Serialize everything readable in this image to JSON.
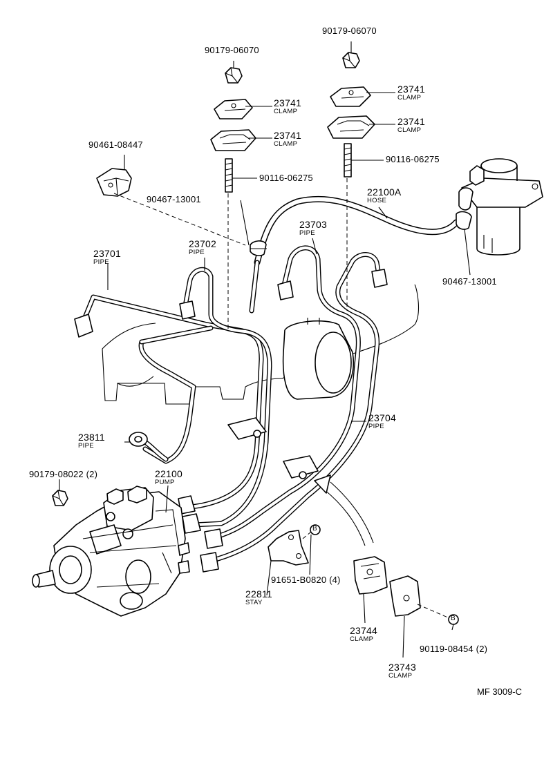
{
  "labels": {
    "nut_upper_left": {
      "num": "90179-06070"
    },
    "nut_upper_right": {
      "num": "90179-06070"
    },
    "clamp_left_top": {
      "num": "23741",
      "sub": "CLAMP"
    },
    "clamp_left_bottom": {
      "num": "23741",
      "sub": "CLAMP"
    },
    "clamp_right_top": {
      "num": "23741",
      "sub": "CLAMP"
    },
    "clamp_right_bottom": {
      "num": "23741",
      "sub": "CLAMP"
    },
    "bracket": {
      "num": "90461-08447"
    },
    "stud_left": {
      "num": "90116-06275"
    },
    "stud_right": {
      "num": "90116-06275"
    },
    "hose_clip_left": {
      "num": "90467-13001"
    },
    "hose": {
      "num": "22100A",
      "sub": "HOSE"
    },
    "hose_clip_right": {
      "num": "90467-13001"
    },
    "pipe_23703": {
      "num": "23703",
      "sub": "PIPE"
    },
    "pipe_23701": {
      "num": "23701",
      "sub": "PIPE"
    },
    "pipe_23702": {
      "num": "23702",
      "sub": "PIPE"
    },
    "pipe_23704": {
      "num": "23704",
      "sub": "PIPE"
    },
    "pipe_23811": {
      "num": "23811",
      "sub": "PIPE"
    },
    "nut_pump": {
      "num": "90179-08022 (2)"
    },
    "pump": {
      "num": "22100",
      "sub": "PUMP"
    },
    "bolt_stay": {
      "num": "91651-B0820 (4)"
    },
    "stay": {
      "num": "22811",
      "sub": "STAY"
    },
    "clamp_23744": {
      "num": "23744",
      "sub": "CLAMP"
    },
    "clamp_23743": {
      "num": "23743",
      "sub": "CLAMP"
    },
    "bolt_clamp": {
      "num": "90119-08454 (2)"
    }
  },
  "callout_marker": "B",
  "figure_code": "MF 3009-C"
}
